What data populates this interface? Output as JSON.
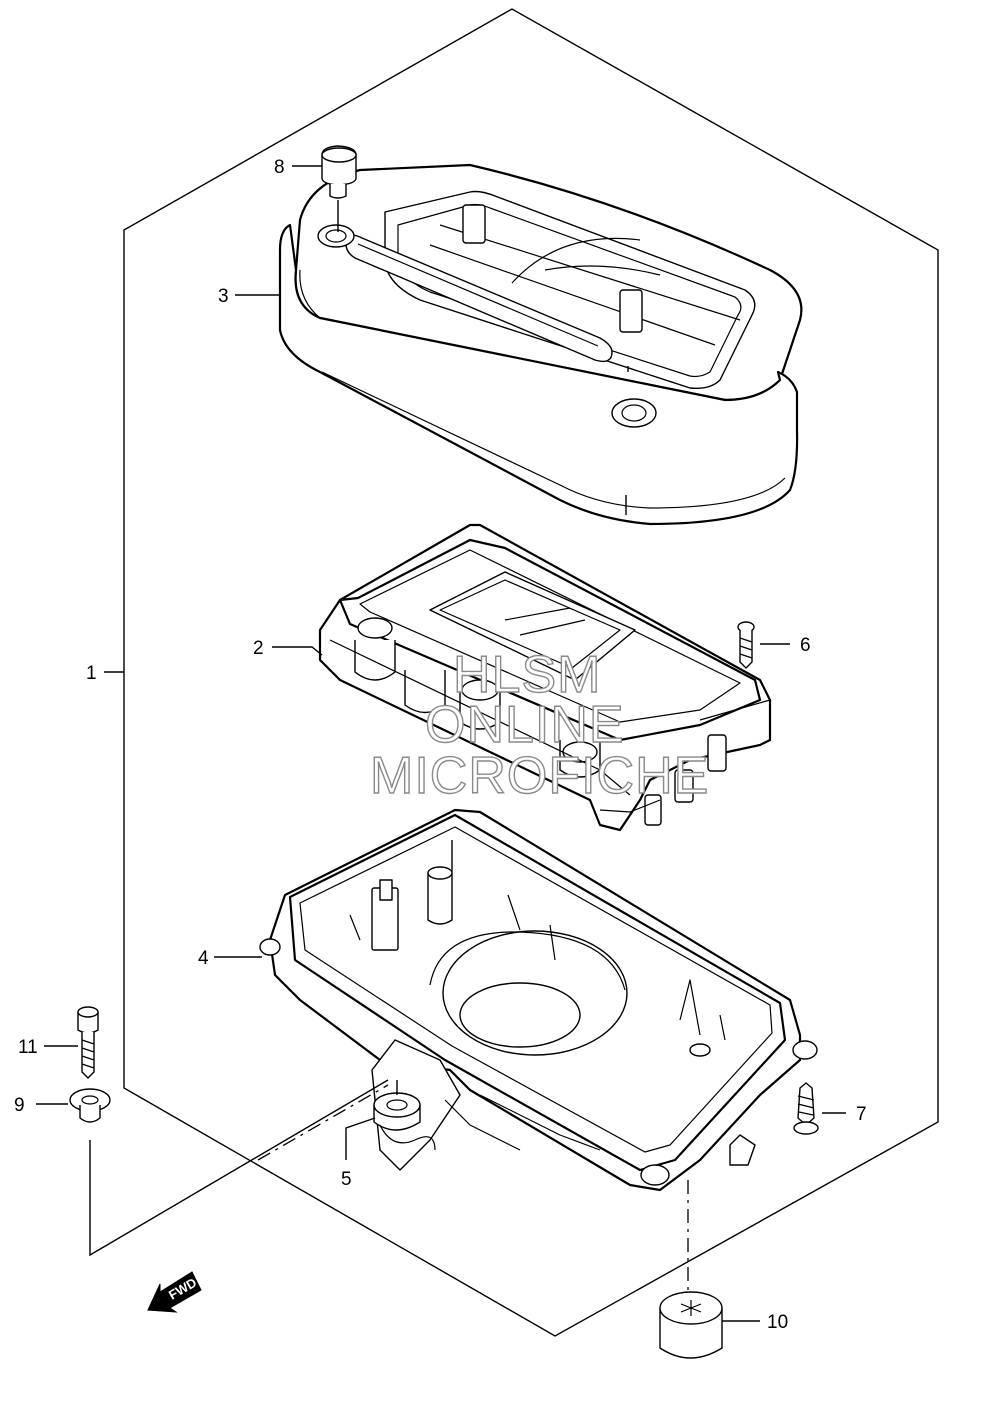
{
  "callouts": [
    {
      "id": "1",
      "label": "1"
    },
    {
      "id": "2",
      "label": "2"
    },
    {
      "id": "3",
      "label": "3"
    },
    {
      "id": "4",
      "label": "4"
    },
    {
      "id": "5",
      "label": "5"
    },
    {
      "id": "6",
      "label": "6"
    },
    {
      "id": "7",
      "label": "7"
    },
    {
      "id": "8",
      "label": "8"
    },
    {
      "id": "9",
      "label": "9"
    },
    {
      "id": "10",
      "label": "10"
    },
    {
      "id": "11",
      "label": "11"
    }
  ],
  "watermark": {
    "line1": "HLSM",
    "line2": "ONLINE",
    "line3": "MICROFICHE"
  },
  "direction_arrow": {
    "label": "FWD"
  },
  "colors": {
    "line": "#000000",
    "background": "#ffffff",
    "watermark": "#8a8a8a"
  }
}
